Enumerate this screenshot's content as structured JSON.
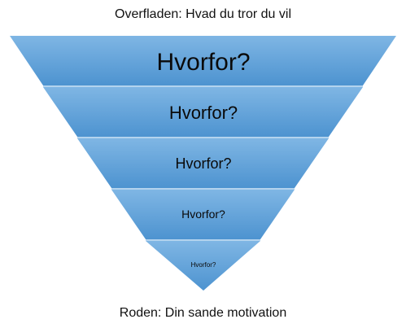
{
  "diagram": {
    "top_caption": "Overfladen: Hvad du tror du vil",
    "bottom_caption": "Roden: Din sande motivation",
    "layers": [
      {
        "label": "Hvorfor?"
      },
      {
        "label": "Hvorfor?"
      },
      {
        "label": "Hvorfor?"
      },
      {
        "label": "Hvorfor?"
      },
      {
        "label": "Hvorfor?"
      }
    ],
    "colors": {
      "layer_top": "#7fb6e4",
      "layer_bottom": "#4d93d0",
      "divider": "#b3d3ee"
    }
  }
}
